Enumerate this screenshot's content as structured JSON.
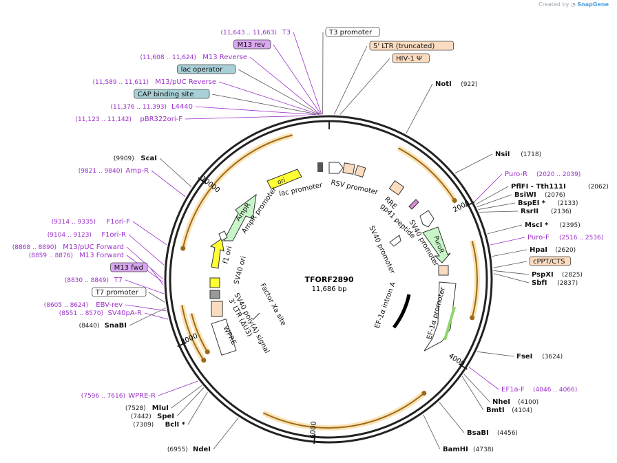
{
  "plasmid": {
    "name": "TFORF2890",
    "size": "11,686 bp"
  },
  "brand": {
    "prefix": "Created by",
    "name": "SnapGene"
  },
  "colors": {
    "primer": "#9b2fc9",
    "site": "#111111",
    "feature_arrow": "#e8a64a",
    "promoter_fill": "#ffffff",
    "line": "#555555"
  },
  "ticks": [
    "2000",
    "4000",
    "6000",
    "8000",
    "10000"
  ],
  "sites": [
    {
      "name": "NotI",
      "pos": "(922)"
    },
    {
      "name": "NsiI",
      "pos": "(1718)"
    },
    {
      "name": "PflFI - Tth111I",
      "pos": "(2062)"
    },
    {
      "name": "BsiWI",
      "pos": "(2076)"
    },
    {
      "name": "BspEI *",
      "pos": "(2133)"
    },
    {
      "name": "RsrII",
      "pos": "(2136)"
    },
    {
      "name": "MscI *",
      "pos": "(2395)"
    },
    {
      "name": "HpaI",
      "pos": "(2620)"
    },
    {
      "name": "PspXI",
      "pos": "(2825)"
    },
    {
      "name": "SbfI",
      "pos": "(2837)"
    },
    {
      "name": "FseI",
      "pos": "(3624)"
    },
    {
      "name": "NheI",
      "pos": "(4100)"
    },
    {
      "name": "BmtI",
      "pos": "(4104)"
    },
    {
      "name": "BsaBI",
      "pos": "(4456)"
    },
    {
      "name": "BamHI",
      "pos": "(4738)"
    },
    {
      "name": "NdeI",
      "pos": "(6955)"
    },
    {
      "name": "BclI *",
      "pos": "(7309)"
    },
    {
      "name": "SpeI",
      "pos": "(7442)"
    },
    {
      "name": "MluI",
      "pos": "(7528)"
    },
    {
      "name": "SnaBI",
      "pos": "(8440)"
    },
    {
      "name": "ScaI",
      "pos": "(9909)"
    }
  ],
  "primers": [
    {
      "name": "T3",
      "range": "(11,643 .. 11,663)"
    },
    {
      "name": "M13 rev",
      "range": ""
    },
    {
      "name": "M13 Reverse",
      "range": "(11,608 .. 11,624)"
    },
    {
      "name": "M13/pUC Reverse",
      "range": "(11,589 .. 11,611)"
    },
    {
      "name": "L4440",
      "range": "(11,376 .. 11,393)"
    },
    {
      "name": "pBR322ori-F",
      "range": "(11,123 .. 11,142)"
    },
    {
      "name": "Amp-R",
      "range": "(9821 .. 9840)"
    },
    {
      "name": "F1ori-F",
      "range": "(9314 .. 9335)"
    },
    {
      "name": "F1ori-R",
      "range": "(9104 .. 9123)"
    },
    {
      "name": "M13/pUC Forward",
      "range": "(8868 .. 8890)"
    },
    {
      "name": "M13 Forward",
      "range": "(8859 .. 8876)"
    },
    {
      "name": "M13 fwd",
      "range": ""
    },
    {
      "name": "T7",
      "range": "(8830 .. 8849)"
    },
    {
      "name": "EBV-rev",
      "range": "(8605 .. 8624)"
    },
    {
      "name": "SV40pA-R",
      "range": "(8551 .. 8570)"
    },
    {
      "name": "WPRE-R",
      "range": "(7596 .. 7616)"
    },
    {
      "name": "Puro-R",
      "range": "(2020 .. 2039)"
    },
    {
      "name": "Puro-F",
      "range": "(2516 .. 2536)"
    },
    {
      "name": "EF1a-F",
      "range": "(4046 .. 4066)"
    }
  ],
  "boxed_labels": [
    "T3 promoter",
    "5' LTR (truncated)",
    "HIV-1 Ψ",
    "lac operator",
    "CAP binding site",
    "cPPT/CTS",
    "T7 promoter"
  ],
  "inner_labels": [
    "ori",
    "lac promoter",
    "RSV promoter",
    "AmpR",
    "AmpR promoter",
    "f1 ori",
    "SV40 ori",
    "RRE",
    "gp41 peptide",
    "SV40 promoter",
    "PuroR",
    "SV40 promoter",
    "EF-1α intron A",
    "EF-1α promoter",
    "Factor Xa site",
    "SV40 poly(A) signal",
    "3' LTR (ΔU3)",
    "WPRE"
  ]
}
